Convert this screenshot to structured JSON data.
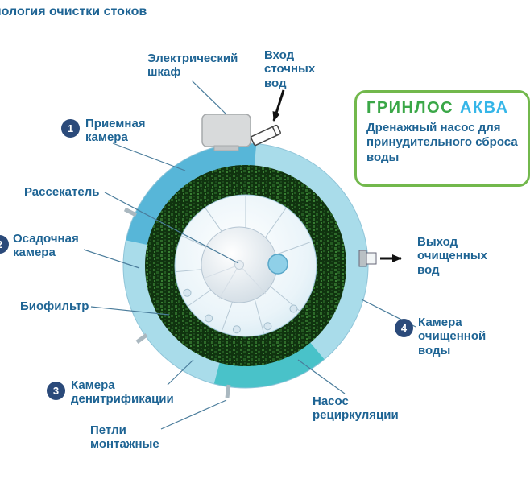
{
  "title": "нология очистки стоков",
  "infobox": {
    "brand_primary": "ГРИНЛОС",
    "brand_secondary": "АКВА",
    "description": "Дренажный насос для принудительного сброса воды"
  },
  "callouts": {
    "electrical_cabinet": "Электрический шкаф",
    "inlet": "Вход сточных вод",
    "receiving_chamber": {
      "badge": "1",
      "label": "Приемная камера"
    },
    "diffuser": "Рассекатель",
    "sedimentation_chamber": {
      "badge": "2",
      "label": "Осадочная камера"
    },
    "biofilter": "Биофильтр",
    "denitrification_chamber": {
      "badge": "3",
      "label": "Камера денитрификации"
    },
    "mounting_loops": "Петли монтажные",
    "recirculation_pump": "Насос рециркуляции",
    "clean_water_chamber": {
      "badge": "4",
      "label": "Камера очищенной воды"
    },
    "outlet": "Выход очищенных вод"
  },
  "colors": {
    "label_text": "#1e6494",
    "badge_bg": "#2b4a7a",
    "brand_green": "#3aa747",
    "brand_blue": "#35b6e8",
    "box_border": "#72b84c",
    "ring_light": "#a9dcea",
    "ring_medium": "#57b6d8",
    "ring_teal": "#49c2c9",
    "biofilter_dark": "#123a16",
    "pointer_line": "#4a7c9b",
    "arrow_black": "#111111"
  }
}
